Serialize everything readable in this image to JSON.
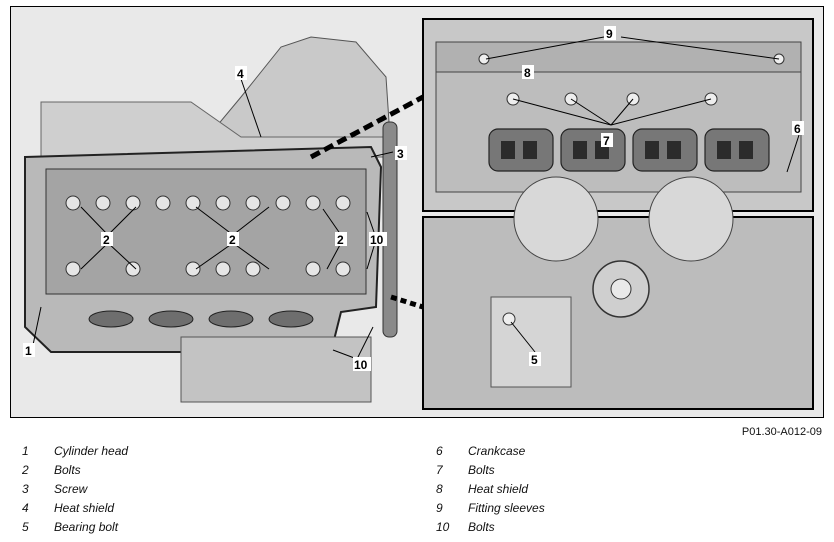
{
  "figure_ref": "P01.30-A012-09",
  "callouts": {
    "c1": "1",
    "c2a": "2",
    "c2b": "2",
    "c2c": "2",
    "c3": "3",
    "c4": "4",
    "c5": "5",
    "c6": "6",
    "c7": "7",
    "c8": "8",
    "c9": "9",
    "c10a": "10",
    "c10b": "10"
  },
  "legend": [
    {
      "num": "1",
      "label": "Cylinder head"
    },
    {
      "num": "2",
      "label": "Bolts"
    },
    {
      "num": "3",
      "label": "Screw"
    },
    {
      "num": "4",
      "label": "Heat shield"
    },
    {
      "num": "5",
      "label": "Bearing bolt"
    },
    {
      "num": "6",
      "label": "Crankcase"
    },
    {
      "num": "7",
      "label": "Bolts"
    },
    {
      "num": "8",
      "label": "Heat shield"
    },
    {
      "num": "9",
      "label": "Fitting sleeves"
    },
    {
      "num": "10",
      "label": "Bolts"
    }
  ]
}
